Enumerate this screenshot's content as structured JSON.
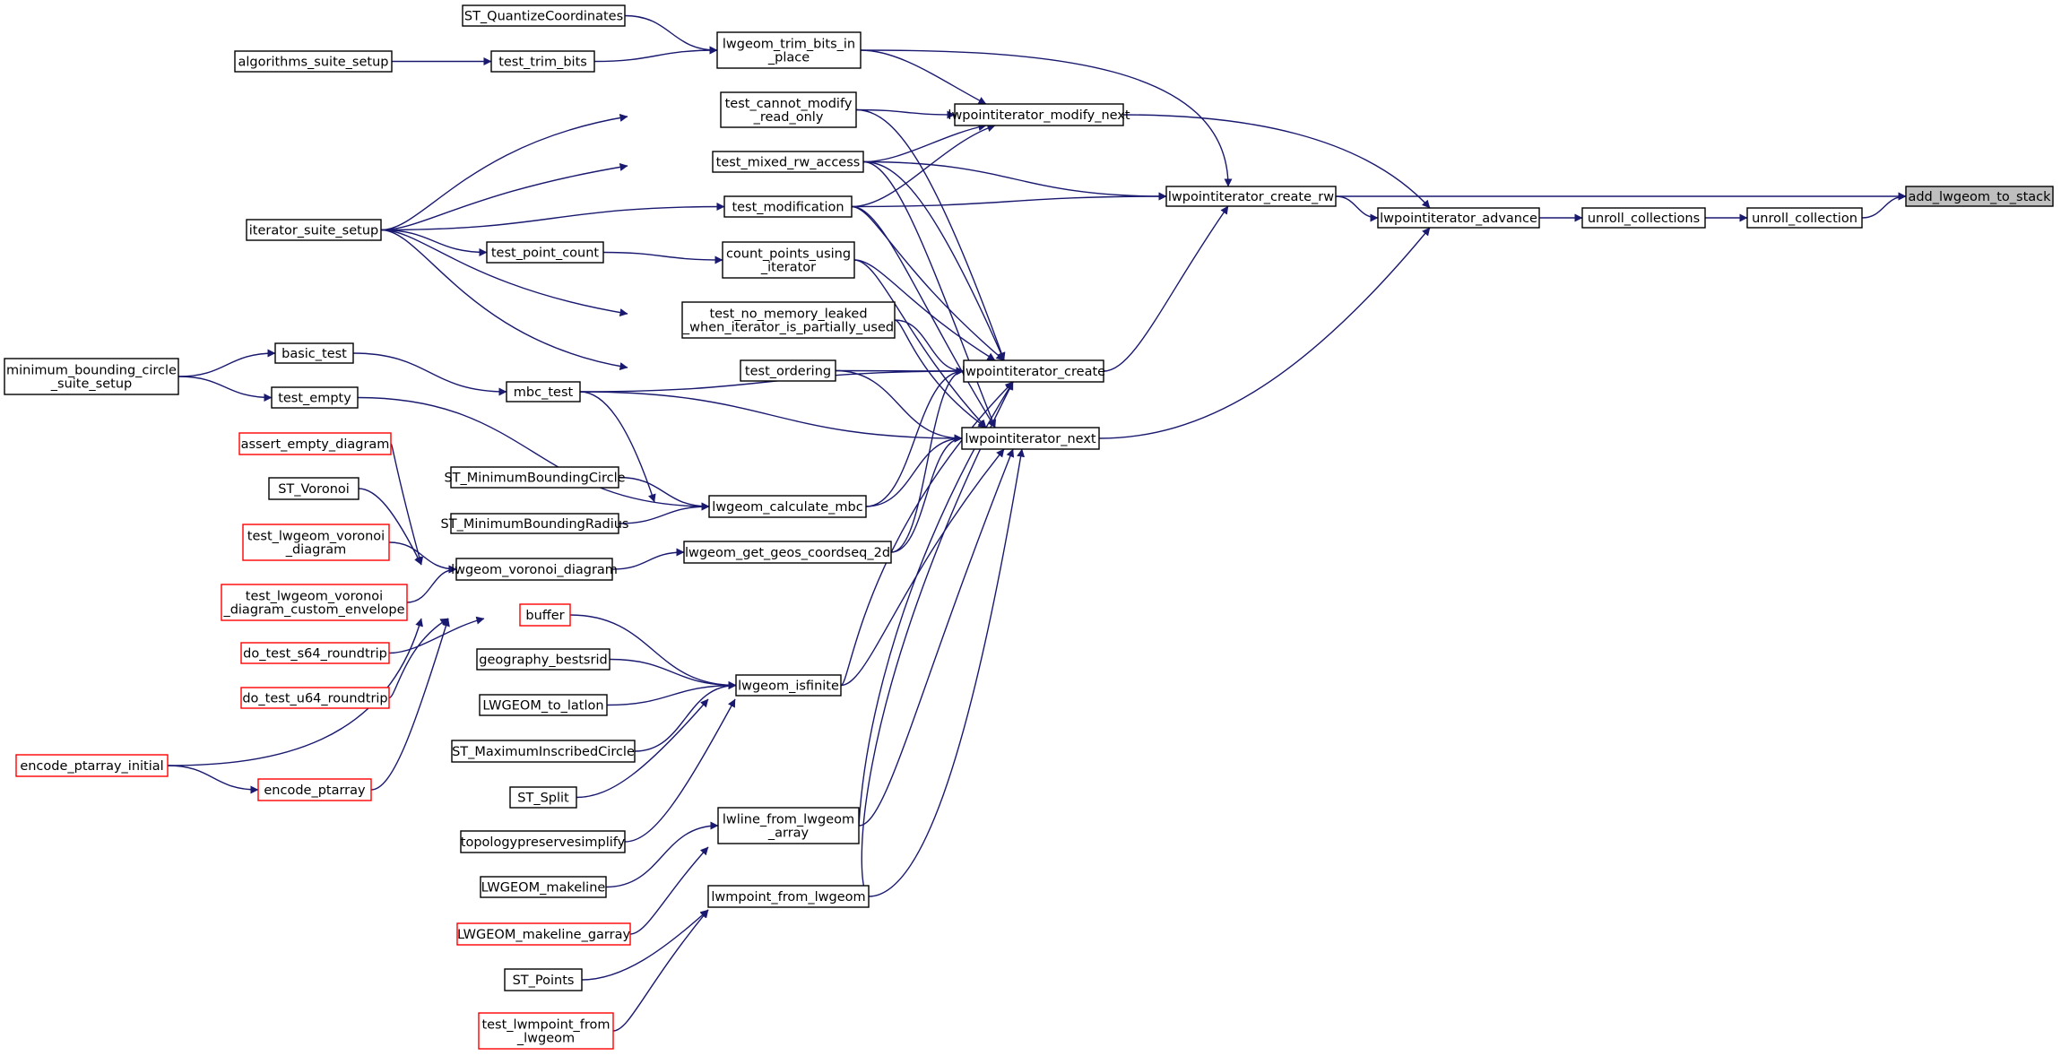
{
  "colors": {
    "edge": "#191970",
    "border": "#000000",
    "incomplete_border": "#ff0000",
    "root_fill": "#bfbfbf",
    "node_fill": "#ffffff"
  },
  "nodes": [
    {
      "id": "add_lwgeom_to_stack",
      "lines": [
        "add_lwgeom_to_stack"
      ],
      "kind": "root"
    },
    {
      "id": "unroll_collection",
      "lines": [
        "unroll_collection"
      ],
      "kind": "normal"
    },
    {
      "id": "unroll_collections",
      "lines": [
        "unroll_collections"
      ],
      "kind": "normal"
    },
    {
      "id": "lwpointiterator_advance",
      "lines": [
        "lwpointiterator_advance"
      ],
      "kind": "normal"
    },
    {
      "id": "lwpointiterator_create_rw",
      "lines": [
        "lwpointiterator_create_rw"
      ],
      "kind": "normal"
    },
    {
      "id": "lwpointiterator_modify_next",
      "lines": [
        "lwpointiterator_modify_next"
      ],
      "kind": "normal"
    },
    {
      "id": "lwgeom_trim_bits_in_place",
      "lines": [
        "lwgeom_trim_bits_in",
        "_place"
      ],
      "kind": "normal"
    },
    {
      "id": "ST_QuantizeCoordinates",
      "lines": [
        "ST_QuantizeCoordinates"
      ],
      "kind": "normal"
    },
    {
      "id": "test_trim_bits",
      "lines": [
        "test_trim_bits"
      ],
      "kind": "normal"
    },
    {
      "id": "algorithms_suite_setup",
      "lines": [
        "algorithms_suite_setup"
      ],
      "kind": "normal"
    },
    {
      "id": "test_cannot_modify_read_only",
      "lines": [
        "test_cannot_modify",
        "_read_only"
      ],
      "kind": "normal"
    },
    {
      "id": "test_mixed_rw_access",
      "lines": [
        "test_mixed_rw_access"
      ],
      "kind": "normal"
    },
    {
      "id": "test_modification",
      "lines": [
        "test_modification"
      ],
      "kind": "normal"
    },
    {
      "id": "iterator_suite_setup",
      "lines": [
        "iterator_suite_setup"
      ],
      "kind": "normal"
    },
    {
      "id": "test_point_count",
      "lines": [
        "test_point_count"
      ],
      "kind": "normal"
    },
    {
      "id": "count_points_using_iterator",
      "lines": [
        "count_points_using",
        "_iterator"
      ],
      "kind": "normal"
    },
    {
      "id": "test_no_memory_leaked",
      "lines": [
        "test_no_memory_leaked",
        "_when_iterator_is_partially_used"
      ],
      "kind": "normal"
    },
    {
      "id": "lwpointiterator_create",
      "lines": [
        "lwpointiterator_create"
      ],
      "kind": "normal"
    },
    {
      "id": "test_ordering",
      "lines": [
        "test_ordering"
      ],
      "kind": "normal"
    },
    {
      "id": "minimum_bounding_circle_suite_setup",
      "lines": [
        "minimum_bounding_circle",
        "_suite_setup"
      ],
      "kind": "normal"
    },
    {
      "id": "basic_test",
      "lines": [
        "basic_test"
      ],
      "kind": "normal"
    },
    {
      "id": "test_empty",
      "lines": [
        "test_empty"
      ],
      "kind": "normal"
    },
    {
      "id": "mbc_test",
      "lines": [
        "mbc_test"
      ],
      "kind": "normal"
    },
    {
      "id": "lwpointiterator_next",
      "lines": [
        "lwpointiterator_next"
      ],
      "kind": "normal"
    },
    {
      "id": "assert_empty_diagram",
      "lines": [
        "assert_empty_diagram"
      ],
      "kind": "incomplete"
    },
    {
      "id": "ST_MinimumBoundingCircle",
      "lines": [
        "ST_MinimumBoundingCircle"
      ],
      "kind": "normal"
    },
    {
      "id": "ST_Voronoi",
      "lines": [
        "ST_Voronoi"
      ],
      "kind": "normal"
    },
    {
      "id": "lwgeom_calculate_mbc",
      "lines": [
        "lwgeom_calculate_mbc"
      ],
      "kind": "normal"
    },
    {
      "id": "ST_MinimumBoundingRadius",
      "lines": [
        "ST_MinimumBoundingRadius"
      ],
      "kind": "normal"
    },
    {
      "id": "test_lwgeom_voronoi_diagram",
      "lines": [
        "test_lwgeom_voronoi",
        "_diagram"
      ],
      "kind": "incomplete"
    },
    {
      "id": "lwgeom_get_geos_coordseq_2d",
      "lines": [
        "lwgeom_get_geos_coordseq_2d"
      ],
      "kind": "normal"
    },
    {
      "id": "lwgeom_voronoi_diagram",
      "lines": [
        "lwgeom_voronoi_diagram"
      ],
      "kind": "normal"
    },
    {
      "id": "test_lwgeom_voronoi_diagram_custom_envelope",
      "lines": [
        "test_lwgeom_voronoi",
        "_diagram_custom_envelope"
      ],
      "kind": "incomplete"
    },
    {
      "id": "buffer",
      "lines": [
        "buffer"
      ],
      "kind": "incomplete"
    },
    {
      "id": "do_test_s64_roundtrip",
      "lines": [
        "do_test_s64_roundtrip"
      ],
      "kind": "incomplete"
    },
    {
      "id": "geography_bestsrid",
      "lines": [
        "geography_bestsrid"
      ],
      "kind": "normal"
    },
    {
      "id": "lwgeom_isfinite",
      "lines": [
        "lwgeom_isfinite"
      ],
      "kind": "normal"
    },
    {
      "id": "do_test_u64_roundtrip",
      "lines": [
        "do_test_u64_roundtrip"
      ],
      "kind": "incomplete"
    },
    {
      "id": "LWGEOM_to_latlon",
      "lines": [
        "LWGEOM_to_latlon"
      ],
      "kind": "normal"
    },
    {
      "id": "encode_ptarray_initial",
      "lines": [
        "encode_ptarray_initial"
      ],
      "kind": "incomplete"
    },
    {
      "id": "ST_MaximumInscribedCircle",
      "lines": [
        "ST_MaximumInscribedCircle"
      ],
      "kind": "normal"
    },
    {
      "id": "encode_ptarray",
      "lines": [
        "encode_ptarray"
      ],
      "kind": "incomplete"
    },
    {
      "id": "ST_Split",
      "lines": [
        "ST_Split"
      ],
      "kind": "normal"
    },
    {
      "id": "lwline_from_lwgeom_array",
      "lines": [
        "lwline_from_lwgeom",
        "_array"
      ],
      "kind": "normal"
    },
    {
      "id": "topologypreservesimplify",
      "lines": [
        "topologypreservesimplify"
      ],
      "kind": "normal"
    },
    {
      "id": "LWGEOM_makeline",
      "lines": [
        "LWGEOM_makeline"
      ],
      "kind": "normal"
    },
    {
      "id": "lwmpoint_from_lwgeom",
      "lines": [
        "lwmpoint_from_lwgeom"
      ],
      "kind": "normal"
    },
    {
      "id": "LWGEOM_makeline_garray",
      "lines": [
        "LWGEOM_makeline_garray"
      ],
      "kind": "incomplete"
    },
    {
      "id": "ST_Points",
      "lines": [
        "ST_Points"
      ],
      "kind": "normal"
    },
    {
      "id": "test_lwmpoint_from_lwgeom",
      "lines": [
        "test_lwmpoint_from",
        "_lwgeom"
      ],
      "kind": "incomplete"
    }
  ],
  "edges": [
    {
      "from": "unroll_collection",
      "to": "add_lwgeom_to_stack"
    },
    {
      "from": "lwpointiterator_create_rw",
      "to": "add_lwgeom_to_stack"
    },
    {
      "from": "unroll_collections",
      "to": "unroll_collection"
    },
    {
      "from": "lwpointiterator_advance",
      "to": "unroll_collections"
    },
    {
      "from": "lwpointiterator_modify_next",
      "to": "lwpointiterator_advance"
    },
    {
      "from": "lwpointiterator_create_rw",
      "to": "lwpointiterator_advance"
    },
    {
      "from": "lwpointiterator_next",
      "to": "lwpointiterator_advance"
    },
    {
      "from": "lwgeom_trim_bits_in_place",
      "to": "lwpointiterator_create_rw"
    },
    {
      "from": "test_mixed_rw_access",
      "to": "lwpointiterator_create_rw"
    },
    {
      "from": "test_modification",
      "to": "lwpointiterator_create_rw"
    },
    {
      "from": "lwpointiterator_create",
      "to": "lwpointiterator_create_rw"
    },
    {
      "from": "lwgeom_trim_bits_in_place",
      "to": "lwpointiterator_modify_next"
    },
    {
      "from": "test_cannot_modify_read_only",
      "to": "lwpointiterator_modify_next"
    },
    {
      "from": "test_mixed_rw_access",
      "to": "lwpointiterator_modify_next"
    },
    {
      "from": "test_modification",
      "to": "lwpointiterator_modify_next"
    },
    {
      "from": "ST_QuantizeCoordinates",
      "to": "lwgeom_trim_bits_in_place"
    },
    {
      "from": "test_trim_bits",
      "to": "lwgeom_trim_bits_in_place"
    },
    {
      "from": "algorithms_suite_setup",
      "to": "test_trim_bits"
    },
    {
      "from": "iterator_suite_setup",
      "to": "test_cannot_modify_read_only"
    },
    {
      "from": "iterator_suite_setup",
      "to": "test_mixed_rw_access"
    },
    {
      "from": "iterator_suite_setup",
      "to": "test_modification"
    },
    {
      "from": "iterator_suite_setup",
      "to": "test_point_count"
    },
    {
      "from": "iterator_suite_setup",
      "to": "test_no_memory_leaked"
    },
    {
      "from": "iterator_suite_setup",
      "to": "test_ordering"
    },
    {
      "from": "test_point_count",
      "to": "count_points_using_iterator"
    },
    {
      "from": "test_cannot_modify_read_only",
      "to": "lwpointiterator_create"
    },
    {
      "from": "test_mixed_rw_access",
      "to": "lwpointiterator_create"
    },
    {
      "from": "test_modification",
      "to": "lwpointiterator_create"
    },
    {
      "from": "count_points_using_iterator",
      "to": "lwpointiterator_create"
    },
    {
      "from": "test_no_memory_leaked",
      "to": "lwpointiterator_create"
    },
    {
      "from": "test_ordering",
      "to": "lwpointiterator_create"
    },
    {
      "from": "mbc_test",
      "to": "lwpointiterator_create"
    },
    {
      "from": "lwgeom_calculate_mbc",
      "to": "lwpointiterator_create"
    },
    {
      "from": "lwgeom_get_geos_coordseq_2d",
      "to": "lwpointiterator_create"
    },
    {
      "from": "lwgeom_isfinite",
      "to": "lwpointiterator_create"
    },
    {
      "from": "lwline_from_lwgeom_array",
      "to": "lwpointiterator_create"
    },
    {
      "from": "lwmpoint_from_lwgeom",
      "to": "lwpointiterator_create"
    },
    {
      "from": "test_mixed_rw_access",
      "to": "lwpointiterator_next"
    },
    {
      "from": "test_modification",
      "to": "lwpointiterator_next"
    },
    {
      "from": "count_points_using_iterator",
      "to": "lwpointiterator_next"
    },
    {
      "from": "test_no_memory_leaked",
      "to": "lwpointiterator_next"
    },
    {
      "from": "test_ordering",
      "to": "lwpointiterator_next"
    },
    {
      "from": "mbc_test",
      "to": "lwpointiterator_next"
    },
    {
      "from": "lwgeom_calculate_mbc",
      "to": "lwpointiterator_next"
    },
    {
      "from": "lwgeom_get_geos_coordseq_2d",
      "to": "lwpointiterator_next"
    },
    {
      "from": "lwgeom_isfinite",
      "to": "lwpointiterator_next"
    },
    {
      "from": "lwline_from_lwgeom_array",
      "to": "lwpointiterator_next"
    },
    {
      "from": "lwmpoint_from_lwgeom",
      "to": "lwpointiterator_next"
    },
    {
      "from": "minimum_bounding_circle_suite_setup",
      "to": "basic_test"
    },
    {
      "from": "minimum_bounding_circle_suite_setup",
      "to": "test_empty"
    },
    {
      "from": "basic_test",
      "to": "mbc_test"
    },
    {
      "from": "mbc_test",
      "to": "lwgeom_calculate_mbc"
    },
    {
      "from": "test_empty",
      "to": "lwgeom_calculate_mbc"
    },
    {
      "from": "ST_MinimumBoundingCircle",
      "to": "lwgeom_calculate_mbc"
    },
    {
      "from": "ST_MinimumBoundingRadius",
      "to": "lwgeom_calculate_mbc"
    },
    {
      "from": "lwgeom_voronoi_diagram",
      "to": "lwgeom_get_geos_coordseq_2d"
    },
    {
      "from": "assert_empty_diagram",
      "to": "lwgeom_voronoi_diagram"
    },
    {
      "from": "ST_Voronoi",
      "to": "lwgeom_voronoi_diagram"
    },
    {
      "from": "test_lwgeom_voronoi_diagram",
      "to": "lwgeom_voronoi_diagram"
    },
    {
      "from": "test_lwgeom_voronoi_diagram_custom_envelope",
      "to": "lwgeom_voronoi_diagram"
    },
    {
      "from": "buffer",
      "to": "lwgeom_isfinite"
    },
    {
      "from": "geography_bestsrid",
      "to": "lwgeom_isfinite"
    },
    {
      "from": "LWGEOM_to_latlon",
      "to": "lwgeom_isfinite"
    },
    {
      "from": "ST_MaximumInscribedCircle",
      "to": "lwgeom_isfinite"
    },
    {
      "from": "ST_Split",
      "to": "lwgeom_isfinite"
    },
    {
      "from": "topologypreservesimplify",
      "to": "lwgeom_isfinite"
    },
    {
      "from": "do_test_s64_roundtrip",
      "to": "buffer"
    },
    {
      "from": "do_test_u64_roundtrip",
      "to": "buffer"
    },
    {
      "from": "encode_ptarray_initial",
      "to": "buffer"
    },
    {
      "from": "encode_ptarray",
      "to": "buffer"
    },
    {
      "from": "encode_ptarray_initial",
      "to": "encode_ptarray"
    },
    {
      "from": "LWGEOM_makeline",
      "to": "lwline_from_lwgeom_array"
    },
    {
      "from": "LWGEOM_makeline_garray",
      "to": "lwline_from_lwgeom_array"
    },
    {
      "from": "ST_Points",
      "to": "lwmpoint_from_lwgeom"
    },
    {
      "from": "test_lwmpoint_from_lwgeom",
      "to": "lwmpoint_from_lwgeom"
    }
  ]
}
